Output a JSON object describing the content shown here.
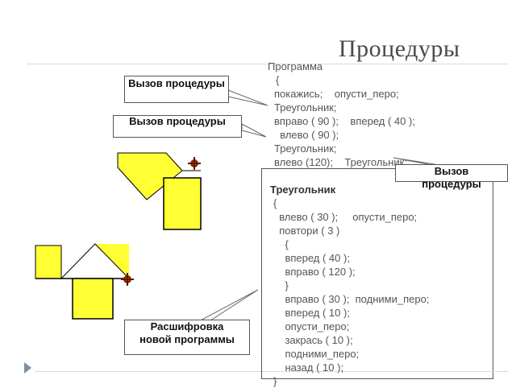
{
  "slide": {
    "title": "Процедуры"
  },
  "program": {
    "lines": [
      "Программа",
      "{",
      "покажись;    опусти_перо;",
      "Треугольник;",
      "вправо ( 90 );    вперед ( 40 );",
      "  влево ( 90 );",
      "Треугольник;",
      "влево (120);    Треугольник;",
      "}"
    ]
  },
  "subroutine": {
    "name": "Треугольник",
    "lines": [
      "{",
      "  влево ( 30 );     опусти_перо;",
      "  повтори ( 3 )",
      "    {",
      "    вперед ( 40 );",
      "    вправо ( 120 );",
      "    }",
      "    вправо ( 30 );  подними_перо;",
      "    вперед ( 10 );",
      "    опусти_перо;",
      "    закрась ( 10 );",
      "    подними_перо;",
      "    назад ( 10 );",
      "}"
    ]
  },
  "callouts": {
    "call1": "Вызов процедуры",
    "call2": "Вызов процедуры",
    "call3": "Вызов процедуры",
    "decode": "Расшифровка новой программы"
  },
  "colors": {
    "fill": "#ffff33",
    "outline": "#000000",
    "turtle": "#8b2500",
    "text": "#555555"
  }
}
